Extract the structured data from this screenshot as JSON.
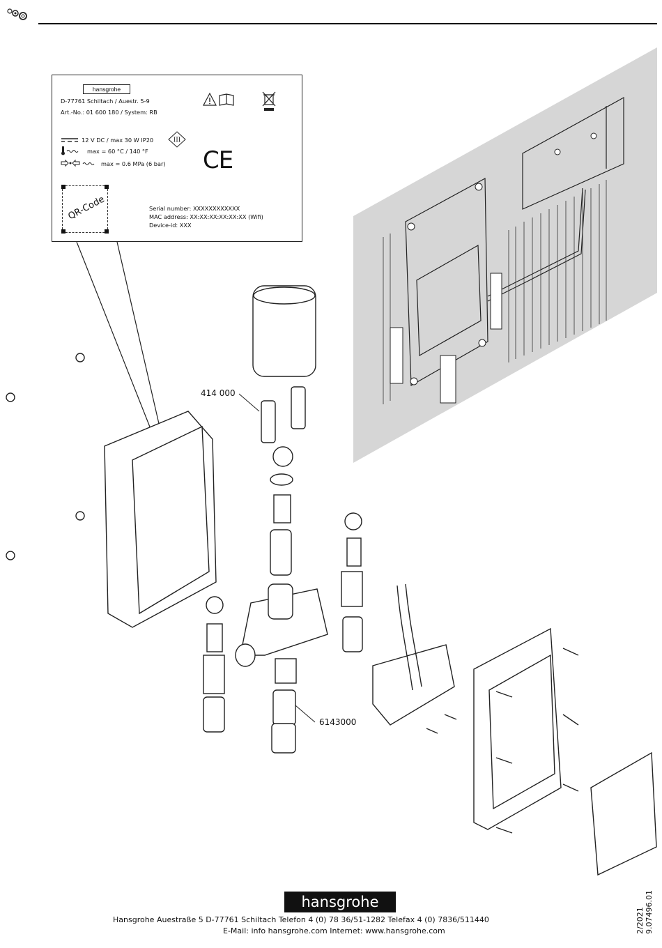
{
  "label": {
    "brand": "hansgrohe",
    "address": "D-77761 Schiltach / Auestr. 5-9",
    "article": "Art.-No.: 01 600 180 / System: RB",
    "power": "12 V DC / max 30 W   IP20",
    "protection_class": "III",
    "temperature": "max = 60 °C / 140 °F",
    "pressure": "max = 0.6 MPa (6 bar)",
    "ce_mark": "CE",
    "qr_placeholder": "QR-Code",
    "serial": "Serial number: XXXXXXXXXXXX",
    "mac": "MAC address: XX:XX:XX:XX:XX:XX (Wifi)",
    "device_id": "Device-id:      XXX"
  },
  "parts": {
    "part_a": "414 000",
    "part_b": "6143000"
  },
  "footer": {
    "logo": "hansgrohe",
    "line1": "Hansgrohe   Auestraße 5        D-77761 Schiltach   Telefon   4   (0)  78 36/51-1282   Telefax   4   (0)  7836/511440",
    "line2": "E-Mail: info   hansgrohe.com    Internet: www.hansgrohe.com",
    "date": "2/2021",
    "doc_code": "9.07496.01"
  },
  "icons": [
    "tools-icon",
    "warning-manual-icon",
    "weee-bin-icon",
    "class-iii-icon",
    "thermometer-icon",
    "pressure-icon"
  ]
}
